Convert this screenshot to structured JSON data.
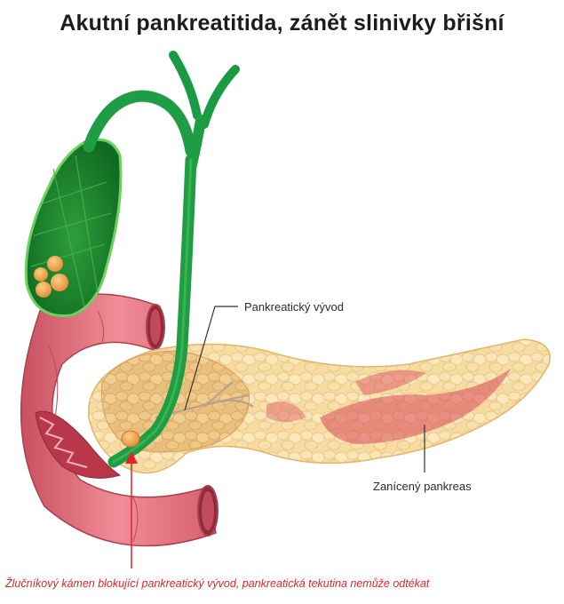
{
  "title": "Akutní pankreatitida, zánět slinivky břišní",
  "labels": {
    "pancreatic_duct": "Pankreatický vývod",
    "inflamed_pancreas": "Zanícený pankreas"
  },
  "caption": "Žlučníkový kámen blokující pankreatický vývod, pankreatická tekutina nemůže odtékat",
  "colors": {
    "caption": "#e0252a",
    "bile_duct": "#1fa84a",
    "pancreas": "#f3d59a",
    "inflammation": "#d9485a",
    "duodenum": "#e27a85",
    "gallstone": "#f0a04a"
  }
}
